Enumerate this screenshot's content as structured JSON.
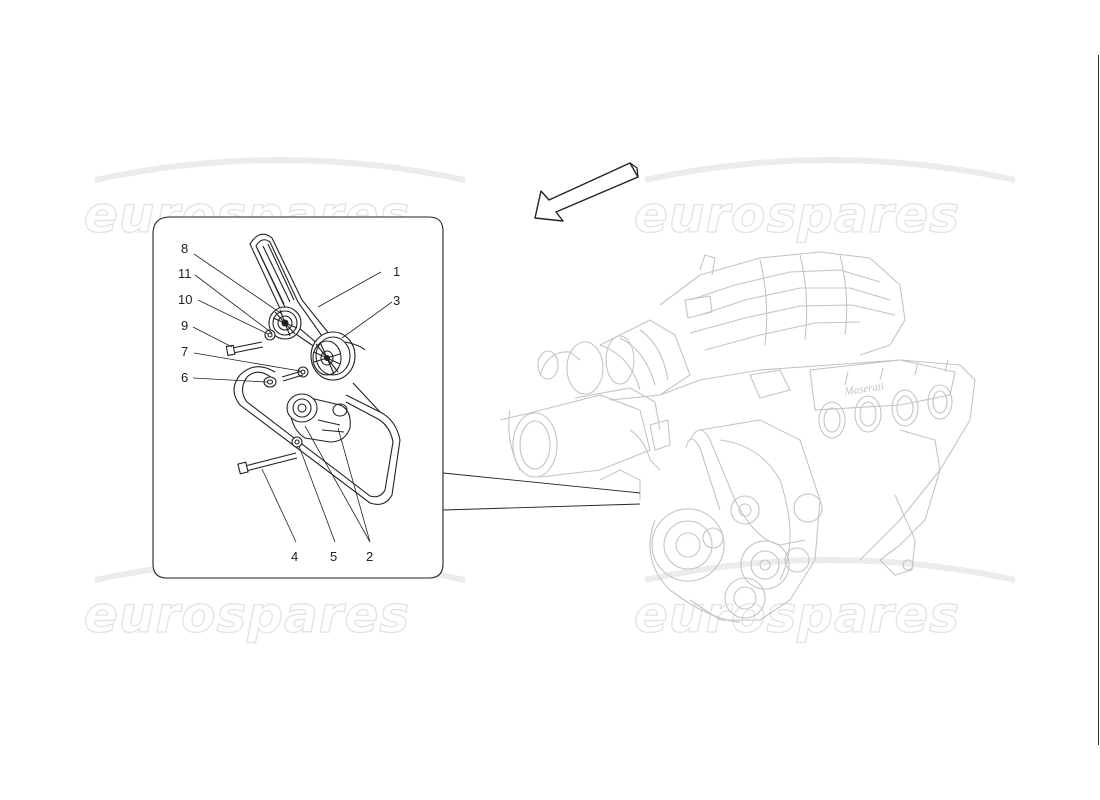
{
  "watermark": {
    "text": "eurospares"
  },
  "detail_callouts": [
    {
      "id": "1",
      "label": "1"
    },
    {
      "id": "2",
      "label": "2"
    },
    {
      "id": "3",
      "label": "3"
    },
    {
      "id": "4",
      "label": "4"
    },
    {
      "id": "5",
      "label": "5"
    },
    {
      "id": "6",
      "label": "6"
    },
    {
      "id": "7",
      "label": "7"
    },
    {
      "id": "8",
      "label": "8"
    },
    {
      "id": "9",
      "label": "9"
    },
    {
      "id": "10",
      "label": "10"
    },
    {
      "id": "11",
      "label": "11"
    }
  ],
  "engine_badge_text": "Maserati",
  "colors": {
    "line": "#222222",
    "engine_line": "#c4c4c4",
    "watermark_outline": "#e3e3e3",
    "background": "#ffffff"
  }
}
